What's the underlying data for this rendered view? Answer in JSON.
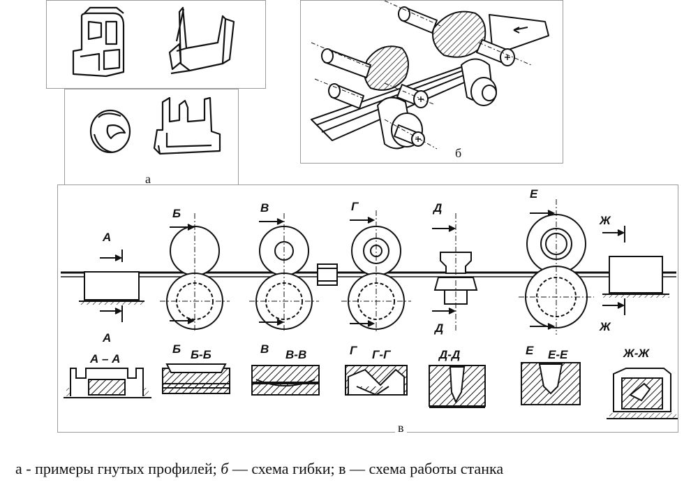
{
  "panel_a": {
    "label": "а"
  },
  "panel_b": {
    "label": "б"
  },
  "panel_v": {
    "label": "в",
    "stations": [
      {
        "letter": "А",
        "section": "А – А"
      },
      {
        "letter": "Б",
        "section": "Б-Б"
      },
      {
        "letter": "В",
        "section": "В-В"
      },
      {
        "letter": "Г",
        "section": "Г-Г"
      },
      {
        "letter": "Д",
        "section": "Д-Д"
      },
      {
        "letter": "Е",
        "section": "Е-Е"
      },
      {
        "letter": "Ж",
        "section": "Ж-Ж"
      }
    ]
  },
  "caption": {
    "part_a": "а - примеры гнутых профилей; ",
    "part_b": "б",
    "part_b_rest": " — схема гибки; в — схема работы станка"
  },
  "colors": {
    "ink": "#111111",
    "frame": "#9a9a9a"
  }
}
